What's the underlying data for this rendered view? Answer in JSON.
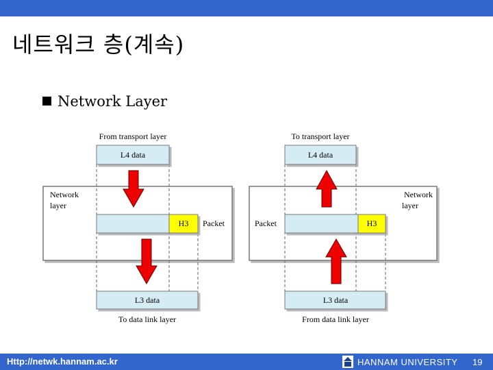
{
  "slide": {
    "title": "네트워크 층(계속)",
    "bullet": "Network Layer"
  },
  "diagram": {
    "left": {
      "top_caption": "From transport layer",
      "top_box": "L4 data",
      "layer_label_1": "Network",
      "layer_label_2": "layer",
      "header": "H3",
      "packet_label": "Packet",
      "bottom_box": "L3 data",
      "bottom_caption": "To data link layer"
    },
    "right": {
      "top_caption": "To transport layer",
      "top_box": "L4 data",
      "layer_label_1": "Network",
      "layer_label_2": "layer",
      "header": "H3",
      "packet_label": "Packet",
      "bottom_box": "L3 data",
      "bottom_caption": "From data link layer"
    },
    "colors": {
      "box_fill": "#d6ecf5",
      "header_fill": "#ffff00",
      "arrow_fill": "#ee0000"
    }
  },
  "footer": {
    "url": "Http://netwk.hannam.ac.kr",
    "university": "HANNAM UNIVERSITY",
    "page": "19"
  }
}
